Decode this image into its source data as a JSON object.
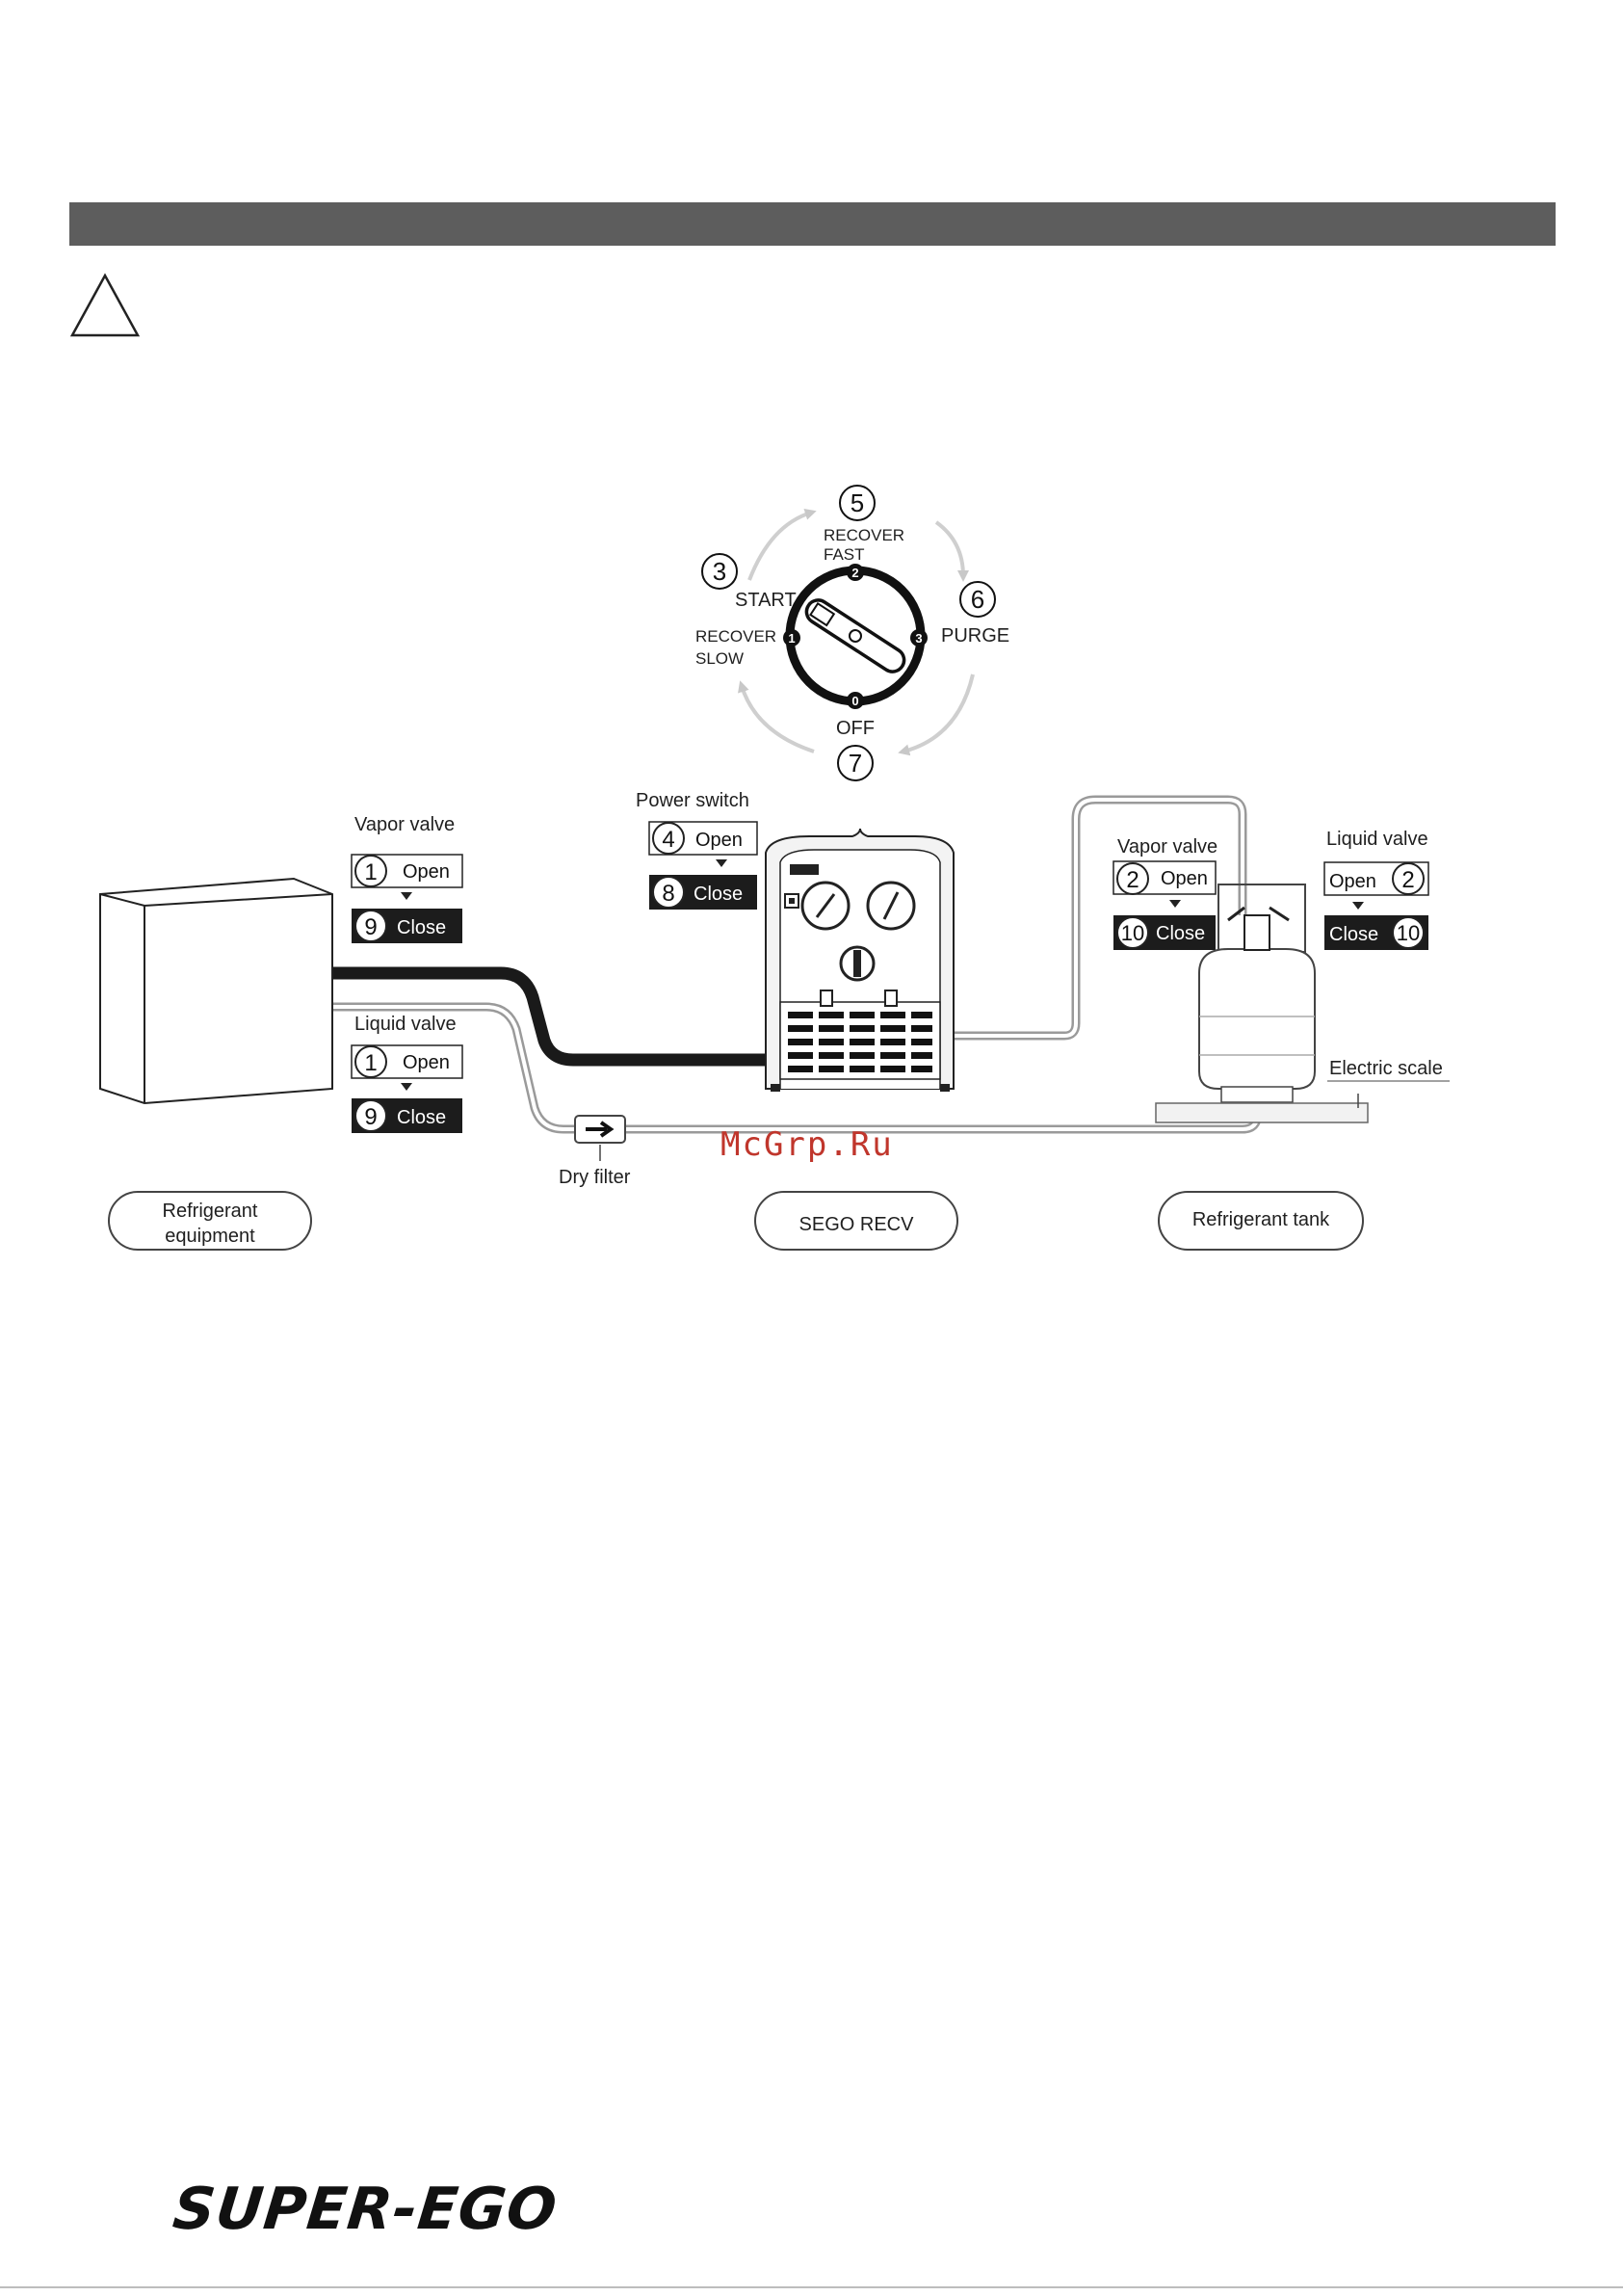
{
  "dial": {
    "steps": [
      {
        "num": "5",
        "label": "RECOVER\nFAST"
      },
      {
        "num": "3",
        "label": "START"
      },
      {
        "num": "6",
        "label": "PURGE"
      },
      {
        "num": "7",
        "label": "OFF"
      }
    ],
    "recover_slow": "RECOVER\nSLOW",
    "positions": [
      "0",
      "1",
      "2",
      "3"
    ]
  },
  "equipment_valves": {
    "vapor_valve": {
      "title": "Vapor valve",
      "open_num": "1",
      "open": "Open",
      "close_num": "9",
      "close": "Close"
    },
    "liquid_valve": {
      "title": "Liquid valve",
      "open_num": "1",
      "open": "Open",
      "close_num": "9",
      "close": "Close"
    }
  },
  "power_switch": {
    "title": "Power switch",
    "open_num": "4",
    "open": "Open",
    "close_num": "8",
    "close": "Close"
  },
  "tank_valves": {
    "vapor_valve": {
      "title": "Vapor valve",
      "open_num": "2",
      "open": "Open",
      "close_num": "10",
      "close": "Close"
    },
    "liquid_valve": {
      "title": "Liquid valve",
      "open_num": "2",
      "open": "Open",
      "close_num": "10",
      "close": "Close"
    }
  },
  "electric_scale": "Electric scale",
  "dry_filter": "Dry filter",
  "components": {
    "refrigerant_equipment": "Refrigerant\nequipment",
    "sego_recv": "SEGO RECV",
    "refrigerant_tank": "Refrigerant tank"
  },
  "watermark": "McGrp.Ru",
  "logo": "SUPER-EGO",
  "colors": {
    "header_bar": "#5d5d5d",
    "dark_hose": "#1a1a1a",
    "light_hose": "#8a8a8a",
    "watermark": "#c0362c"
  }
}
